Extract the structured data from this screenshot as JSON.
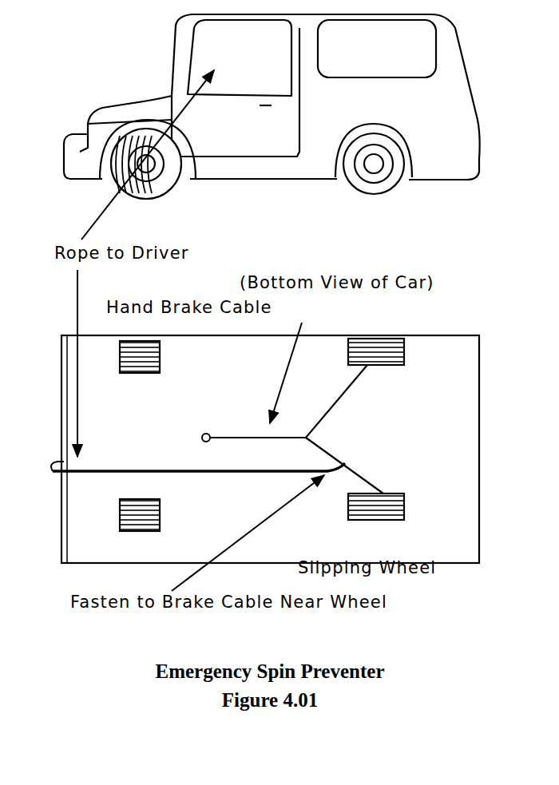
{
  "diagram": {
    "caption": "Emergency Spin Preventer",
    "labels": [
      "Rope to Driver",
      "(Bottom View of Car)",
      "Hand Brake Cable",
      "Fasten to Brake Cable Near Wheel",
      "Slipping Wheel",
      "Figure 4.01"
    ]
  }
}
